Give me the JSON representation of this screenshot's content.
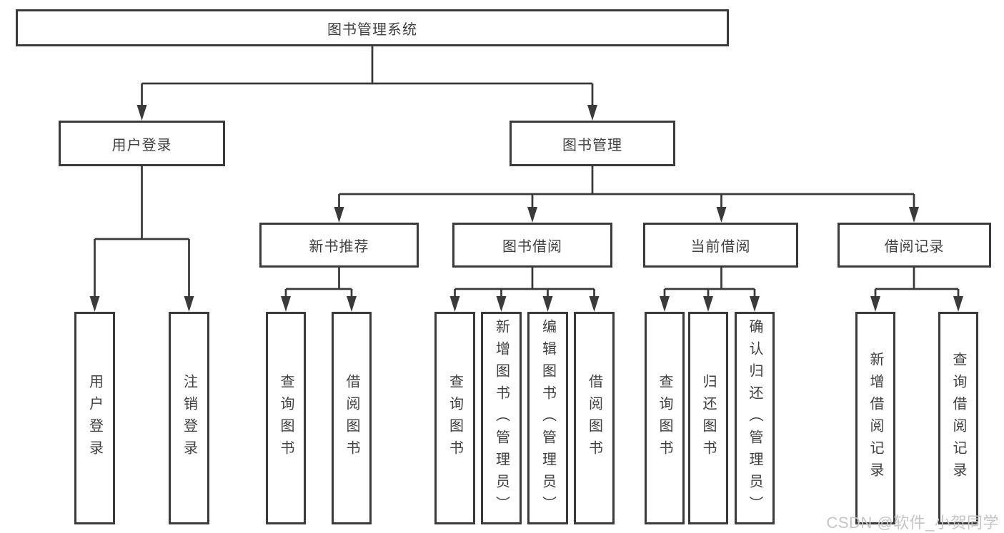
{
  "tree": {
    "label": "图书管理系统",
    "children": [
      {
        "label": "用户登录",
        "children": [
          {
            "label": "用户登录"
          },
          {
            "label": "注销登录"
          }
        ]
      },
      {
        "label": "图书管理",
        "children": [
          {
            "label": "新书推荐",
            "children": [
              {
                "label": "查询图书"
              },
              {
                "label": "借阅图书"
              }
            ]
          },
          {
            "label": "图书借阅",
            "children": [
              {
                "label": "查询图书"
              },
              {
                "label": "新增图书（管理员）"
              },
              {
                "label": "编辑图书（管理员）"
              },
              {
                "label": "借阅图书"
              }
            ]
          },
          {
            "label": "当前借阅",
            "children": [
              {
                "label": "查询图书"
              },
              {
                "label": "归还图书"
              },
              {
                "label": "确认归还（管理员）"
              }
            ]
          },
          {
            "label": "借阅记录",
            "children": [
              {
                "label": "新增借阅记录"
              },
              {
                "label": "查询借阅记录"
              }
            ]
          }
        ]
      }
    ]
  },
  "watermark": "CSDN @软件_小贺同学",
  "colors": {
    "line": "#3a3a3a",
    "text": "#404040",
    "watermark": "#c5c5c5",
    "bg": "#ffffff"
  }
}
